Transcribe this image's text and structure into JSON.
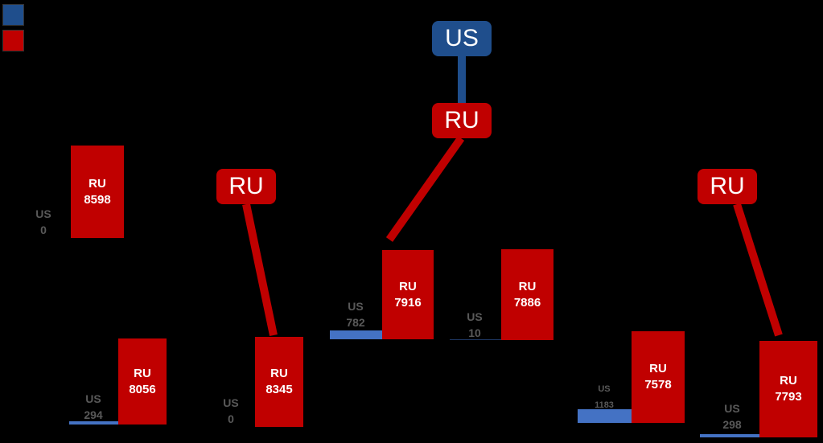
{
  "colors": {
    "us": "#1f4e8c",
    "us_bar": "#4472c4",
    "ru": "#c00000",
    "background": "#000000"
  },
  "top_node": {
    "label": "US"
  },
  "mid_node": {
    "label": "RU"
  },
  "left_node": {
    "label": "RU"
  },
  "right_node": {
    "label": "RU"
  },
  "groups": [
    {
      "ru_label": "RU",
      "ru_value": "8598",
      "us_label": "US",
      "us_value": "0"
    },
    {
      "ru_label": "RU",
      "ru_value": "8056",
      "us_label": "US",
      "us_value": "294"
    },
    {
      "ru_label": "RU",
      "ru_value": "8345",
      "us_label": "US",
      "us_value": "0"
    },
    {
      "ru_label": "RU",
      "ru_value": "7916",
      "us_label": "US",
      "us_value": "782"
    },
    {
      "ru_label": "RU",
      "ru_value": "7886",
      "us_label": "US",
      "us_value": "10"
    },
    {
      "ru_label": "RU",
      "ru_value": "7578",
      "us_label": "US",
      "us_value": "1183"
    },
    {
      "ru_label": "RU",
      "ru_value": "7793",
      "us_label": "US",
      "us_value": "298"
    }
  ]
}
